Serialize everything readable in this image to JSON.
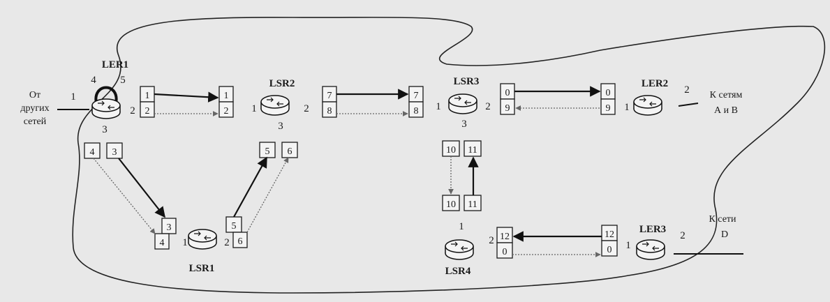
{
  "nodes": [
    {
      "id": "ler1",
      "name": "LER1",
      "ports": [
        "4",
        "5",
        "2",
        "3"
      ]
    },
    {
      "id": "lsr2",
      "name": "LSR2",
      "ports": [
        "1",
        "2",
        "3"
      ]
    },
    {
      "id": "lsr3",
      "name": "LSR3",
      "ports": [
        "1",
        "2",
        "3"
      ]
    },
    {
      "id": "ler2",
      "name": "LER2",
      "ports": [
        "1",
        "2"
      ]
    },
    {
      "id": "lsr1",
      "name": "LSR1",
      "ports": [
        "1",
        "2"
      ]
    },
    {
      "id": "lsr4",
      "name": "LSR4",
      "ports": [
        "1",
        "2"
      ]
    },
    {
      "id": "ler3",
      "name": "LER3",
      "ports": [
        "1",
        "2"
      ]
    }
  ],
  "external": {
    "from_other_networks": [
      "От",
      "других",
      "сетей"
    ],
    "from_port": "1",
    "to_networks_ab": [
      "К сетям",
      "А и В"
    ],
    "to_network_d": [
      "К сети",
      "D"
    ]
  },
  "label_pairs": [
    {
      "id": "p1",
      "top": "1",
      "bottom": "2"
    },
    {
      "id": "p2",
      "top": "1",
      "bottom": "2"
    },
    {
      "id": "p3",
      "top": "7",
      "bottom": "8"
    },
    {
      "id": "p4",
      "top": "7",
      "bottom": "8"
    },
    {
      "id": "p5",
      "top": "0",
      "bottom": "9"
    },
    {
      "id": "p6",
      "top": "0",
      "bottom": "9"
    },
    {
      "id": "p7",
      "left": "4",
      "right": "3"
    },
    {
      "id": "p8",
      "top": "3",
      "bottom": "4"
    },
    {
      "id": "p9",
      "top": "5",
      "bottom": "6"
    },
    {
      "id": "p10",
      "left": "5",
      "right": "6"
    },
    {
      "id": "p11",
      "left": "10",
      "right": "11"
    },
    {
      "id": "p12",
      "left": "10",
      "right": "11"
    },
    {
      "id": "p13",
      "top": "12",
      "bottom": "0"
    },
    {
      "id": "p14",
      "top": "12",
      "bottom": "0"
    }
  ]
}
